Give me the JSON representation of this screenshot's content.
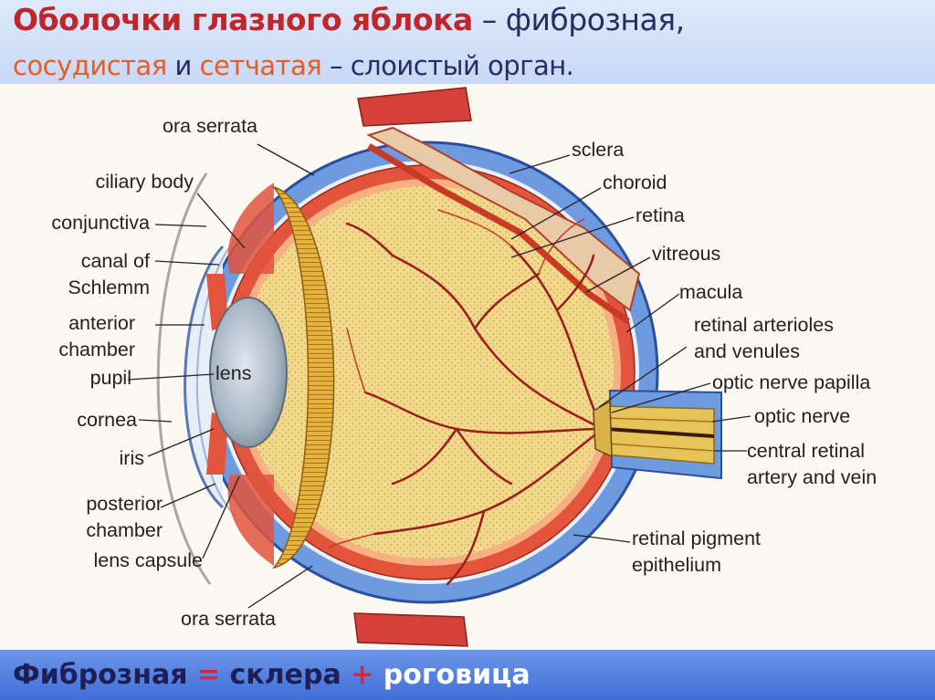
{
  "header": {
    "title": "Оболочки глазного яблока",
    "dash1": " – ",
    "fibrous": "фиброзная,",
    "vascular": "сосудистая",
    "and": " и ",
    "retina": "сетчатая",
    "dash2": " – ",
    "layered": "слоистый орган."
  },
  "labels": {
    "ora_serrata_top": "ora serrata",
    "ciliary_body": "ciliary body",
    "conjunctiva": "conjunctiva",
    "canal_of": "canal of",
    "schlemm": "Schlemm",
    "anterior": "anterior",
    "chamber": "chamber",
    "pupil": "pupil",
    "cornea": "cornea",
    "iris": "iris",
    "posterior": "posterior",
    "posterior_chamber": "chamber",
    "lens_capsule": "lens capsule",
    "ora_serrata_bottom": "ora serrata",
    "lens": "lens",
    "sclera": "sclera",
    "choroid": "choroid",
    "retina": "retina",
    "vitreous": "vitreous",
    "macula": "macula",
    "retinal_arterioles": "retinal arterioles",
    "and_venules": "and venules",
    "optic_nerve_papilla": "optic nerve papilla",
    "optic_nerve": "optic nerve",
    "central_retinal": "central retinal",
    "artery_and_vein": "artery and vein",
    "retinal_pigment": "retinal pigment",
    "epithelium": "epithelium"
  },
  "footer": {
    "fibrous": "Фиброзная",
    "eq": " = ",
    "sclera": "склера",
    "plus": " + ",
    "cornea": "роговица"
  },
  "colors": {
    "header_red": "#c0272d",
    "header_dark": "#2b2b63",
    "header_orange": "#e45d2b",
    "sclera_blue": "#6e9be0",
    "choroid_red": "#e2543c",
    "vitreous_yellow": "#f1d98a",
    "footer_blue": "#4a78dc"
  }
}
